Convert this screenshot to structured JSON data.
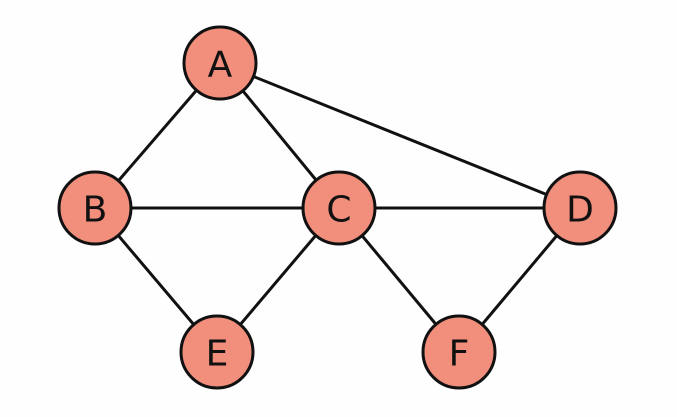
{
  "graph": {
    "node_fill": "#f28e7c",
    "outline_color": "#111111",
    "nodes": [
      {
        "id": "A",
        "label": "A"
      },
      {
        "id": "B",
        "label": "B"
      },
      {
        "id": "C",
        "label": "C"
      },
      {
        "id": "D",
        "label": "D"
      },
      {
        "id": "E",
        "label": "E"
      },
      {
        "id": "F",
        "label": "F"
      }
    ],
    "edges": [
      [
        "A",
        "B"
      ],
      [
        "A",
        "C"
      ],
      [
        "A",
        "D"
      ],
      [
        "B",
        "C"
      ],
      [
        "B",
        "E"
      ],
      [
        "C",
        "D"
      ],
      [
        "C",
        "E"
      ],
      [
        "C",
        "F"
      ],
      [
        "D",
        "F"
      ]
    ]
  }
}
